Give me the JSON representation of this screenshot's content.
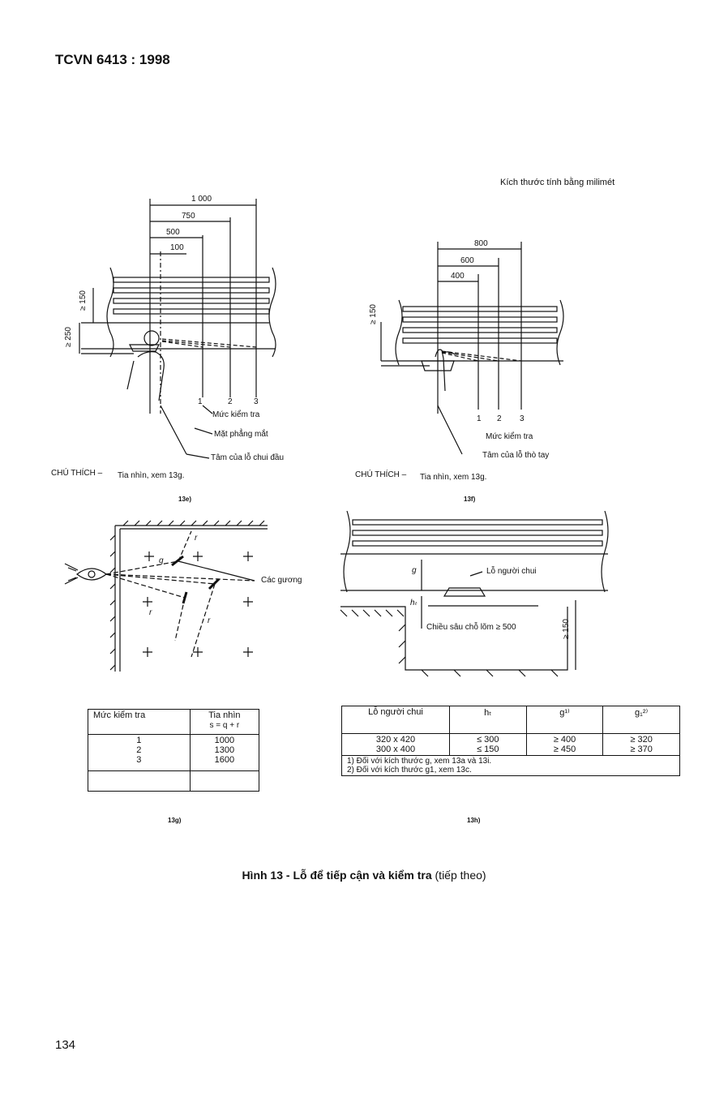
{
  "header": {
    "standard": "TCVN 6413 : 1998"
  },
  "units_note": "Kích thước tính bằng milimét",
  "fig13e": {
    "dims": [
      "1 000",
      "750",
      "500",
      "100"
    ],
    "vert_dims": [
      "≥ 150",
      "≥ 250"
    ],
    "levels": [
      "1",
      "2",
      "3"
    ],
    "label_level": "Mức kiểm tra",
    "label_eye": "Mặt phẳng mắt",
    "label_center": "Tâm của lỗ chui đầu",
    "note_prefix": "CHÚ THÍCH –",
    "note_text": "Tia nhìn, xem 13g.",
    "caption": "13e)"
  },
  "fig13f": {
    "dims": [
      "800",
      "600",
      "400"
    ],
    "vert_dim": "≥ 150",
    "levels": [
      "1",
      "2",
      "3"
    ],
    "label_level": "Mức kiểm tra",
    "label_center": "Tâm của lỗ thò tay",
    "note_prefix": "CHÚ THÍCH –",
    "note_text": "Tia nhìn, xem 13g.",
    "caption": "13f)"
  },
  "fig13g": {
    "label_mirrors": "Các gương",
    "q": "q",
    "r": "r",
    "table": {
      "headers": [
        "Mức kiểm tra",
        "Tia nhìn"
      ],
      "formula": "s = q + r",
      "rows": [
        [
          "1",
          "1000"
        ],
        [
          "2",
          "1300"
        ],
        [
          "3",
          "1600"
        ]
      ]
    },
    "caption": "13g)"
  },
  "fig13h": {
    "label_manhole": "Lỗ người chui",
    "label_depth": "Chiều sâu chỗ lõm ≥ 500",
    "g": "g",
    "ht": "hₜ",
    "vert_dim": "≥ 150",
    "table": {
      "headers": [
        "Lỗ người chui",
        "hₜ",
        "g¹⁾",
        "g₁²⁾"
      ],
      "rows": [
        [
          "320 x 420",
          "≤ 300",
          "≥ 400",
          "≥ 320"
        ],
        [
          "300 x 400",
          "≤ 150",
          "≥ 450",
          "≥ 370"
        ]
      ],
      "footnotes": [
        "1)  Đối với kích thước g, xem 13a và 13i.",
        "2)  Đối với kích thước g1, xem 13c."
      ]
    },
    "caption": "13h)"
  },
  "figure_title": {
    "bold": "Hình 13 - Lỗ để tiếp cận và kiểm tra",
    "rest": " (tiếp theo)"
  },
  "page_number": "134"
}
